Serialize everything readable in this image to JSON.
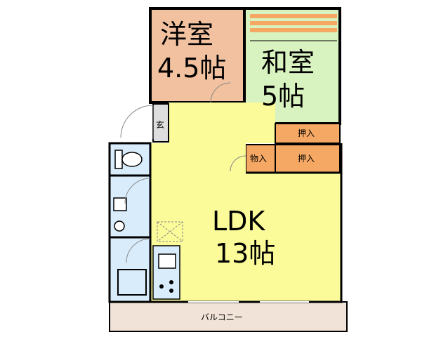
{
  "colors": {
    "western_room": "#f2c19f",
    "japanese_room": "#d8f2c0",
    "ldk": "#fbfb9a",
    "wet_area": "#d9ecfb",
    "closet": "#f5a863",
    "entrance": "#dedede",
    "balcony": "#f1e3d7",
    "wall": "#000000",
    "tatami_stripe": "#f5a863"
  },
  "rooms": {
    "western": {
      "name": "洋室",
      "size": "4.5帖"
    },
    "japanese": {
      "name": "和室",
      "size": "5帖"
    },
    "ldk": {
      "name": "LDK",
      "size": "13帖"
    },
    "entrance": "玄",
    "closet_1": "押入",
    "closet_2": "押入",
    "storage": "物入",
    "balcony": "バルコニー"
  }
}
